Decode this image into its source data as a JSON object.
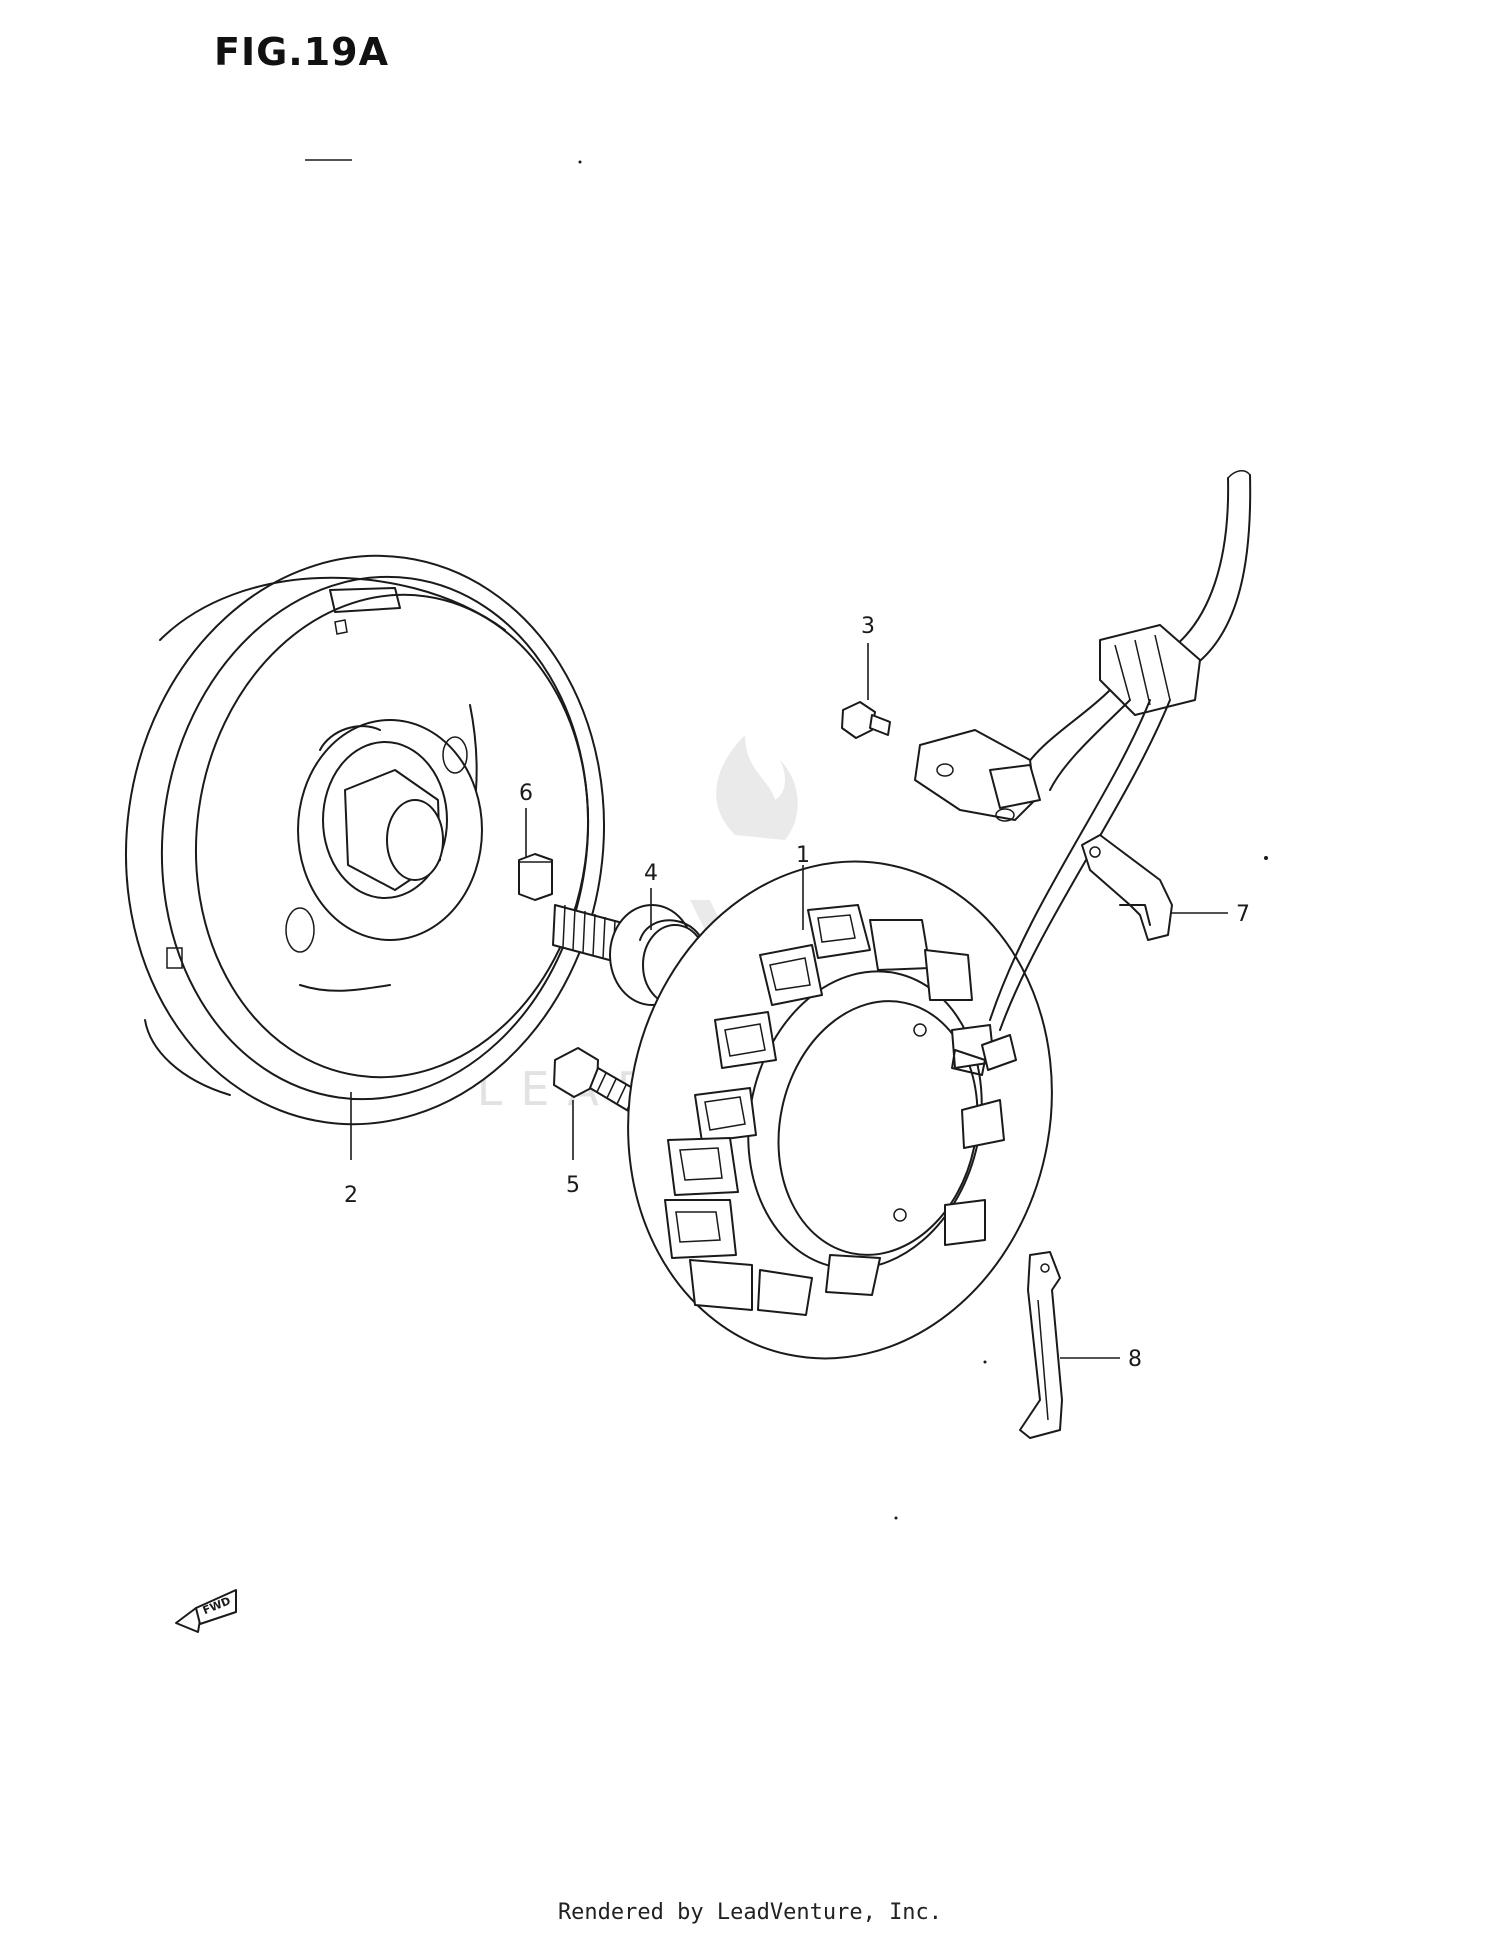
{
  "figure": {
    "title": "FIG.19A"
  },
  "footer": {
    "text": "Rendered by LeadVenture, Inc."
  },
  "callouts": [
    {
      "id": "1",
      "label": "1"
    },
    {
      "id": "2",
      "label": "2"
    },
    {
      "id": "3",
      "label": "3"
    },
    {
      "id": "4",
      "label": "4"
    },
    {
      "id": "5",
      "label": "5"
    },
    {
      "id": "6",
      "label": "6"
    },
    {
      "id": "7",
      "label": "7"
    },
    {
      "id": "8",
      "label": "8"
    }
  ],
  "fwd_marker": {
    "label": "FWD",
    "icon": "fwd-arrow-icon"
  },
  "watermark": {
    "icon": "leadventure-flame-logo-icon",
    "text": "LEADVENTURE"
  },
  "colors": {
    "line": "#1a1a1a",
    "background": "#ffffff",
    "watermark": "#d8d8d8"
  }
}
